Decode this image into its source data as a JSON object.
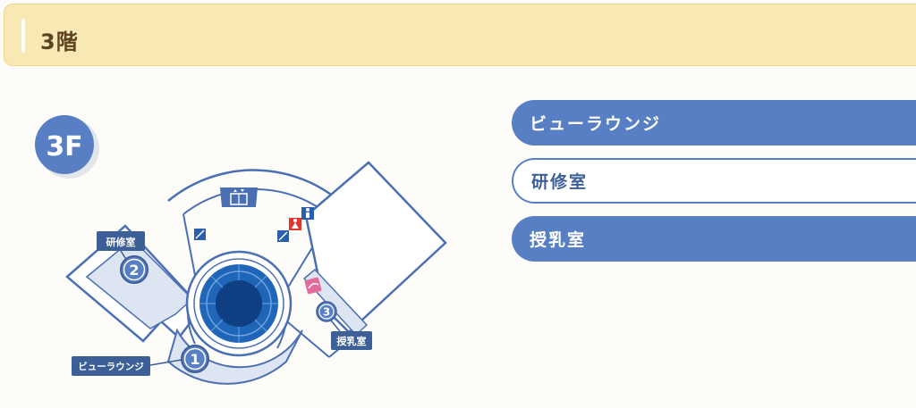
{
  "header": {
    "title": "3階"
  },
  "map": {
    "floor_badge": "3F",
    "labels": {
      "view_lounge": "ビューラウンジ",
      "training_room": "研修室",
      "nursing_room": "授乳室"
    },
    "markers": [
      "1",
      "2",
      "3"
    ],
    "icons": [
      "elevator-icon",
      "escalator-icon",
      "restroom-icon",
      "baby-changing-icon"
    ],
    "colors": {
      "primary": "#587fc3",
      "dark": "#3d5f98",
      "room_fill": "#dde4f2",
      "header_bg": "#f8e8b3",
      "restroom_red": "#e0372c",
      "baby_pink": "#e36b9b"
    }
  },
  "rooms": [
    {
      "label": "ビューラウンジ",
      "style": "filled"
    },
    {
      "label": "研修室",
      "style": "outline"
    },
    {
      "label": "授乳室",
      "style": "filled"
    }
  ]
}
